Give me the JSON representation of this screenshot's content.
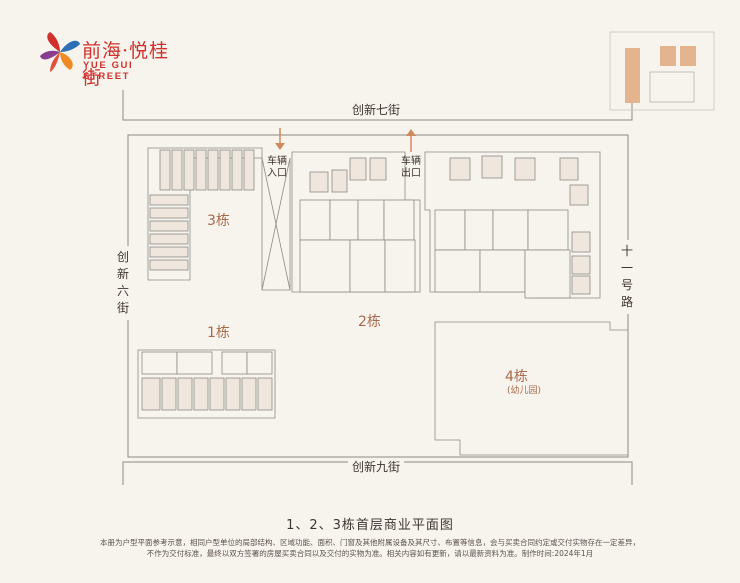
{
  "brand": {
    "name_cn": "前海·悦桂街",
    "name_en": "YUE GUI STREET",
    "colors": {
      "primary": "#d0312d",
      "accent_blue": "#2d6fb6",
      "accent_orange": "#f08a24",
      "accent_purple": "#8a3d8f"
    }
  },
  "roads": {
    "north": "创新七街",
    "south": "创新九街",
    "west": "创新六街",
    "east": "十一号路"
  },
  "buildings": {
    "b3": "3栋",
    "b2": "2栋",
    "b1": "1栋",
    "b4": "4栋",
    "b4_note": "(幼儿园)"
  },
  "vehicle": {
    "entrance": "车辆入口",
    "exit": "车辆出口"
  },
  "plan_colors": {
    "line": "#8d8a86",
    "unit_fill": "#efe6dd",
    "label": "#a86a4c"
  },
  "caption": "1、2、3栋首层商业平面图",
  "disclaimer": {
    "line1": "本册为户型平面参考示意，相同户型单位的局部结构、区域功能、面积、门窗及其他附属设备及其尺寸、布置等信息，会与买卖合同约定或交付实物存在一定差异，",
    "line2": "不作为交付标准，最终以双方签署的房屋买卖合同以及交付的实物为准。相关内容如有更新，请以最新资料为准。制作时间:2024年1月"
  }
}
